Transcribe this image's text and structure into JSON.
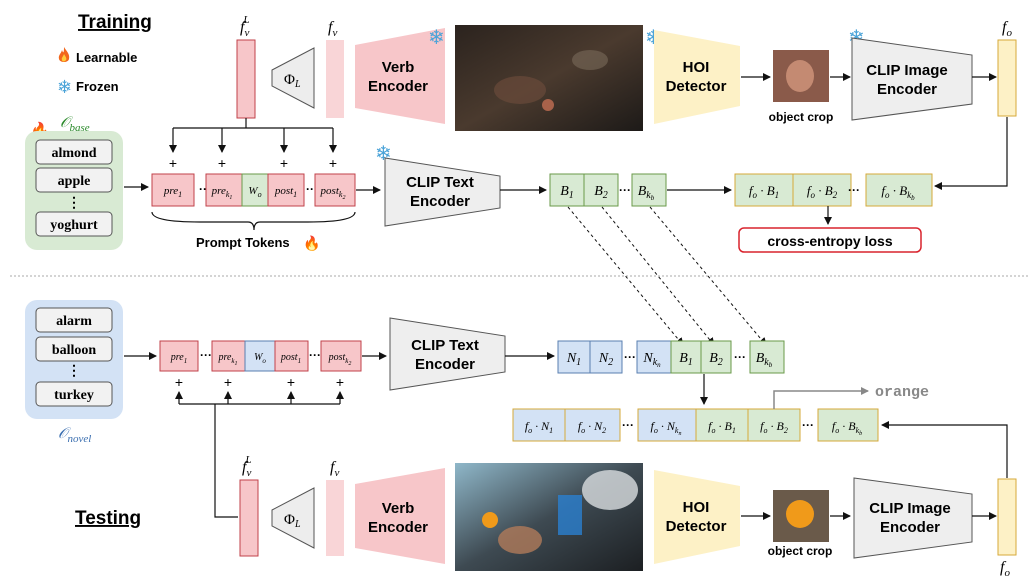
{
  "labels": {
    "training": "Training",
    "testing": "Testing",
    "learnable": "Learnable",
    "frozen": "Frozen",
    "o_base": "base",
    "o_novel": "novel",
    "prompt_tokens": "Prompt Tokens",
    "cross_entropy": "cross-entropy loss",
    "object_crop": "object crop",
    "prediction": "orange",
    "plus": "+",
    "vdots": "⋮",
    "dots": "···"
  },
  "modules": {
    "verb_encoder": [
      "Verb",
      "Encoder"
    ],
    "hoi_detector": [
      "HOI",
      "Detector"
    ],
    "clip_image_encoder": [
      "CLIP Image",
      "Encoder"
    ],
    "clip_text_encoder": [
      "CLIP Text",
      "Encoder"
    ],
    "phi": "Φ",
    "phi_sub": "L"
  },
  "features": {
    "fv": "f",
    "fv_sub": "v",
    "fv_sup": "L",
    "fo": "f",
    "fo_sub": "o"
  },
  "base_objects": [
    "almond",
    "apple",
    "yoghurt"
  ],
  "novel_objects": [
    "alarm",
    "balloon",
    "turkey"
  ],
  "prompt_tokens": {
    "pre1": "pre",
    "pre1_sub": "1",
    "prek": "pre",
    "prek_sub": "k",
    "prek_sub2": "1",
    "wo": "W",
    "wo_sub": "o",
    "post1": "post",
    "post1_sub": "1",
    "postk": "post",
    "postk_sub": "k",
    "postk_sub2": "2"
  },
  "text_embeds": {
    "b": "B",
    "n": "N",
    "sub1": "1",
    "sub2": "2",
    "subk": "k",
    "subkb": "b",
    "subkn": "n"
  },
  "scores": {
    "prefix": "f",
    "prefix_sub": "o",
    "dot": " · "
  },
  "colors": {
    "pink_fill": "#f7c6c9",
    "pink_stroke": "#c0424a",
    "green_fill": "#d8ead3",
    "green_stroke": "#6a9a4a",
    "blue_fill": "#d3e2f5",
    "blue_stroke": "#5a7fb0",
    "yellow_fill": "#fdf1c6",
    "yellow_stroke": "#d6a93a",
    "gray_fill": "#efefef",
    "red_box": "#d9232d"
  }
}
